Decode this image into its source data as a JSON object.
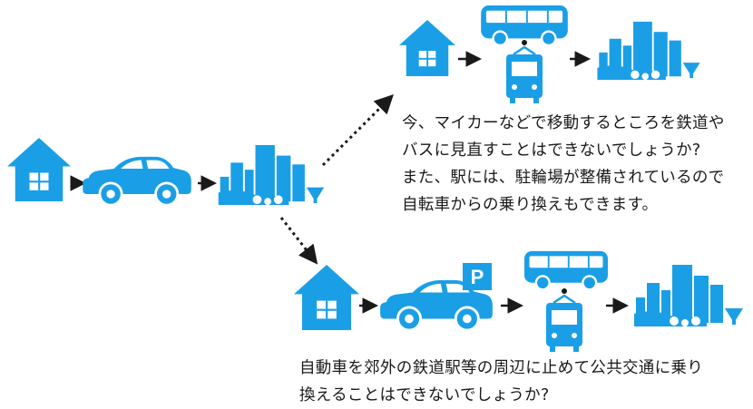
{
  "colors": {
    "accent": "#1a9fe6",
    "text": "#1a1a1a",
    "background": "#ffffff"
  },
  "icons": [
    "house-icon",
    "car-icon",
    "city-icon",
    "bus-icon",
    "train-icon",
    "parking-sign-icon"
  ],
  "top_caption": {
    "lines": [
      "今、マイカーなどで移動するところを鉄道や",
      "バスに見直すことはできないでしょうか?",
      "また、駅には、駐輪場が整備されているので",
      "自転車からの乗り換えもできます。"
    ]
  },
  "bottom_caption": {
    "lines": [
      "自動車を郊外の鉄道駅等の周辺に止めて公共交通に乗り",
      "換えることはできないでしょうか?"
    ]
  },
  "parking_sign": {
    "letter": "P"
  }
}
